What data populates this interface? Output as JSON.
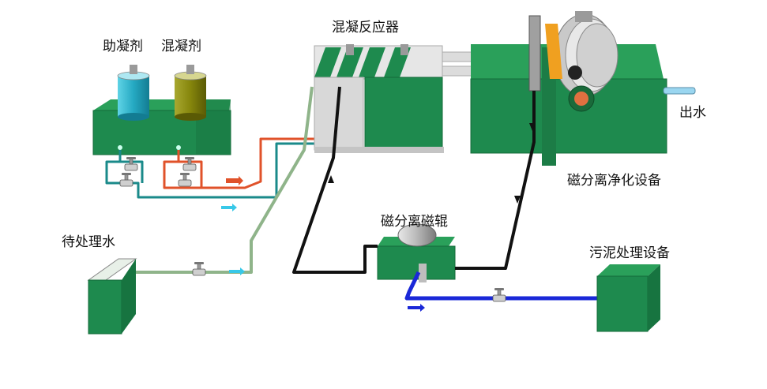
{
  "labels": {
    "coagulant_aid": "助凝剂",
    "coagulant": "混凝剂",
    "coagulation_reactor": "混凝反应器",
    "outlet_water": "出水",
    "magnetic_separation_purifier": "磁分离净化设备",
    "magnetic_separation_roller": "磁分离磁辊",
    "raw_water": "待处理水",
    "sludge_treatment": "污泥处理设备"
  },
  "colors": {
    "tank_green": "#1e8a4e",
    "tank_green_dark": "#146b3a",
    "tank_green_light": "#2faa63",
    "coagulant_aid_drum": "#2ab0c8",
    "coagulant_drum": "#8a8a10",
    "pipe_orange": "#e0522a",
    "pipe_teal": "#1a8a8a",
    "pipe_sage": "#8fb48a",
    "pipe_black": "#111111",
    "pipe_blue": "#1a28d8",
    "arrow_cyan": "#38c8e8",
    "roller_orange": "#f0a020"
  },
  "icons": [
    "valve-icon",
    "motor-icon",
    "flow-arrow-icon",
    "magnetic-disc-icon"
  ]
}
